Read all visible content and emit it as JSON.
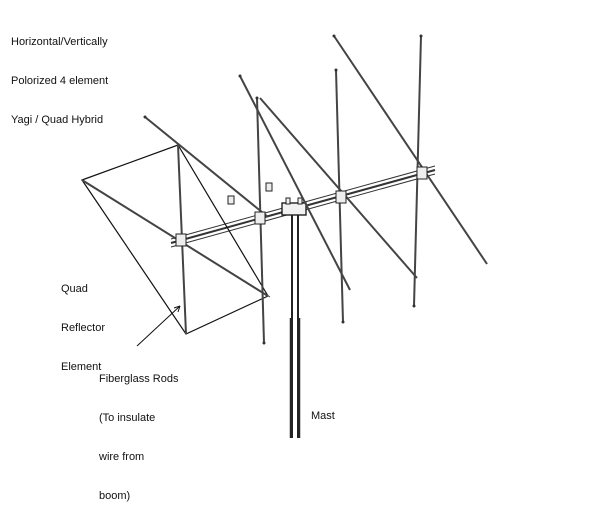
{
  "title": {
    "lines": [
      "Horizontal/Vertically",
      "Polorized 4 element",
      "Yagi / Quad Hybrid"
    ]
  },
  "labels": {
    "quad_reflector": [
      "Quad",
      "Reflector",
      "Element"
    ],
    "fiberglass_rods": [
      "Fiberglass Rods",
      "(To insulate",
      "wire from",
      "boom)"
    ],
    "mast": "Mast"
  },
  "colors": {
    "ink": "#222222",
    "tube": "#5a5a5a",
    "background": "#ffffff"
  },
  "elements": {
    "boom": "boom",
    "mast": "mast",
    "reflector": "quad-reflector",
    "driven": "horizontal-and-vertical-elements",
    "directors": "horizontal-and-vertical-directors"
  }
}
